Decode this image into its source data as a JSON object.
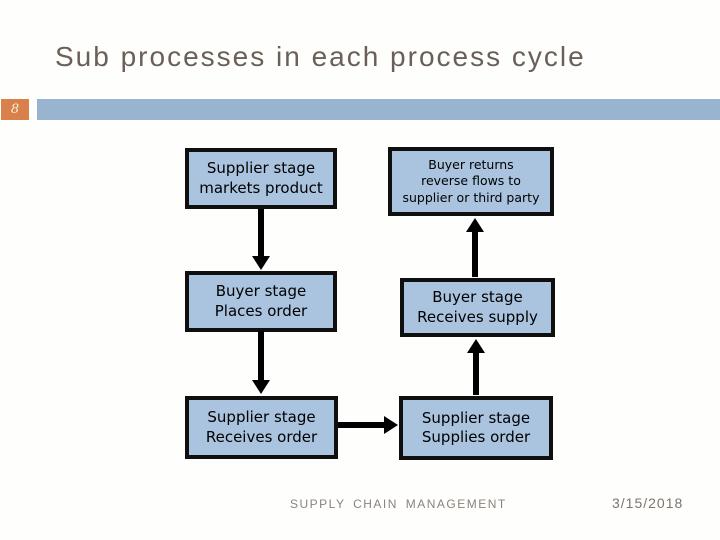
{
  "slide": {
    "title": "Sub processes in each process cycle",
    "slide_number": "8",
    "footer": "SUPPLY CHAIN MANAGEMENT",
    "date": "3/15/2018"
  },
  "colors": {
    "slide_number_badge": "#d9814a",
    "header_bar": "#99b4cf",
    "box_fill": "#aac3de",
    "box_border": "#0f0f0f",
    "arrow": "#000000",
    "title_text": "#6b5f58",
    "footer_text": "#8b837b"
  },
  "diagram": {
    "boxes": [
      {
        "id": "supplier-markets-product",
        "text": "Supplier stage\nmarkets product"
      },
      {
        "id": "buyer-places-order",
        "text": "Buyer stage\nPlaces order"
      },
      {
        "id": "supplier-receives-order",
        "text": "Supplier stage\nReceives order"
      },
      {
        "id": "buyer-returns-reverse-flows",
        "text": "Buyer returns\nreverse flows to\nsupplier or third party"
      },
      {
        "id": "buyer-receives-supply",
        "text": "Buyer stage\nReceives supply"
      },
      {
        "id": "supplier-supplies-order",
        "text": "Supplier stage\nSupplies order"
      }
    ],
    "connections": [
      {
        "from": "supplier-markets-product",
        "to": "buyer-places-order"
      },
      {
        "from": "buyer-places-order",
        "to": "supplier-receives-order"
      },
      {
        "from": "supplier-receives-order",
        "to": "supplier-supplies-order"
      },
      {
        "from": "supplier-supplies-order",
        "to": "buyer-receives-supply"
      },
      {
        "from": "buyer-receives-supply",
        "to": "buyer-returns-reverse-flows"
      }
    ]
  }
}
